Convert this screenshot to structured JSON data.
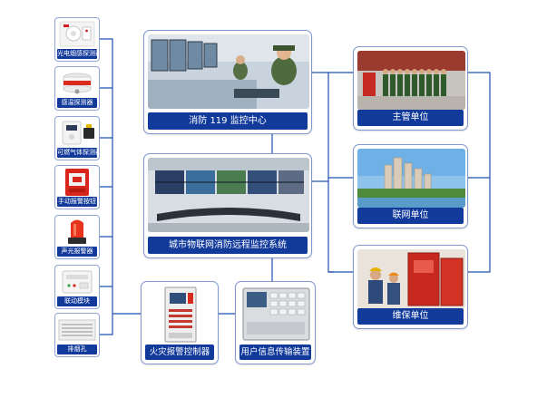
{
  "devices": [
    {
      "label": "光电烟感探测器",
      "icon": "smoke-detector-icon"
    },
    {
      "label": "感温探测器",
      "icon": "heat-detector-icon"
    },
    {
      "label": "可燃气体探测器",
      "icon": "gas-detector-icon"
    },
    {
      "label": "手动报警按钮",
      "icon": "manual-alarm-button-icon"
    },
    {
      "label": "声光报警器",
      "icon": "strobe-siren-icon"
    },
    {
      "label": "联动模块",
      "icon": "linkage-module-icon"
    },
    {
      "label": "排烟孔",
      "icon": "smoke-vent-icon"
    }
  ],
  "center": {
    "monitor_center": "消防 119 监控中心",
    "iot_system": "城市物联网消防远程监控系统"
  },
  "controllers": {
    "fire_alarm_controller": "火灾报警控制器",
    "user_transmission_device": "用户信息传输装置"
  },
  "units": {
    "authority": "主管单位",
    "networked": "联网单位",
    "maintenance": "维保单位"
  },
  "colors": {
    "label_bg": "#123a9b",
    "connector": "#1f4fb8",
    "card_border": "#7f98cf"
  }
}
